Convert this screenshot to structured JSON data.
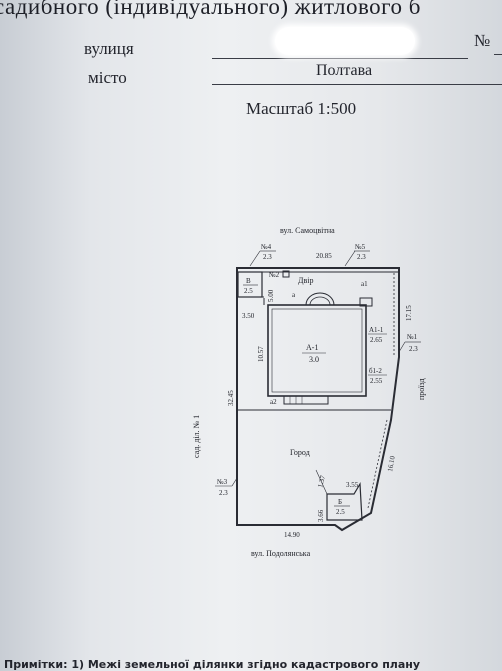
{
  "document": {
    "title_fragment": "садибного (індивідуального) житлового б",
    "street_label": "вулиця",
    "number_label": "№",
    "city_label": "місто",
    "city_value": "Полтава",
    "scale": "Масштаб 1:500",
    "notes_fragment": "Примітки: 1) Межі земельної ділянки згідно кадастрового плану"
  },
  "plan": {
    "street_top": "вул. Самоцвітна",
    "street_bottom": "вул. Подолянська",
    "side_right": "проїзд",
    "side_left": "сад. діл. № 1",
    "marker_4": "№4",
    "marker_4_val": "2.3",
    "marker_5": "№5",
    "marker_5_val": "2.3",
    "marker_2": "№2",
    "marker_1": "№1",
    "marker_1_val": "2.3",
    "marker_3": "№3",
    "marker_3_val": "2.3",
    "dim_top": "20.85",
    "dim_right_top": "17.15",
    "dim_right_bottom": "16.10",
    "dim_left": "32.45",
    "dim_bottom": "14.90",
    "dim_350": "3.50",
    "dim_500": "5.00",
    "dim_1057": "10.57",
    "dim_137": "1.37",
    "dim_355": "3.55",
    "dim_366": "3.66",
    "yard": "Двір",
    "yard_a": "а",
    "garden": "Город",
    "building_a1": "А-1",
    "building_a1_h": "3.0",
    "ext_a11": "А1-1",
    "ext_a11_h": "2.65",
    "ext_a12": "б1-2",
    "ext_a12_h": "2.55",
    "porch_a1": "а1",
    "porch_a2": "а2",
    "shed_v": "В",
    "shed_v_h": "2.5",
    "shed_b": "Б",
    "shed_b_h": "2.5"
  }
}
